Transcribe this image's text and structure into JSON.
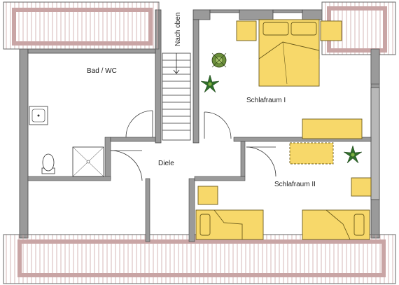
{
  "rooms": {
    "bath": "Bad / WC",
    "bedroom1": "Schlafraum I",
    "bedroom2": "Schlafraum II",
    "hall": "Diele"
  },
  "stairs": {
    "label": "Nach oben"
  },
  "colors": {
    "wall": "#8c8c8c",
    "wall_dark": "#555555",
    "furniture": "#f7d86a",
    "furniture_stroke": "#6a5a1a",
    "roof_hatch": "#c9a5a5",
    "plant": "#2f6e2a"
  },
  "icons": [
    "plant-icon",
    "toilet-icon",
    "sink-icon",
    "shower-icon",
    "door-swing-icon"
  ]
}
